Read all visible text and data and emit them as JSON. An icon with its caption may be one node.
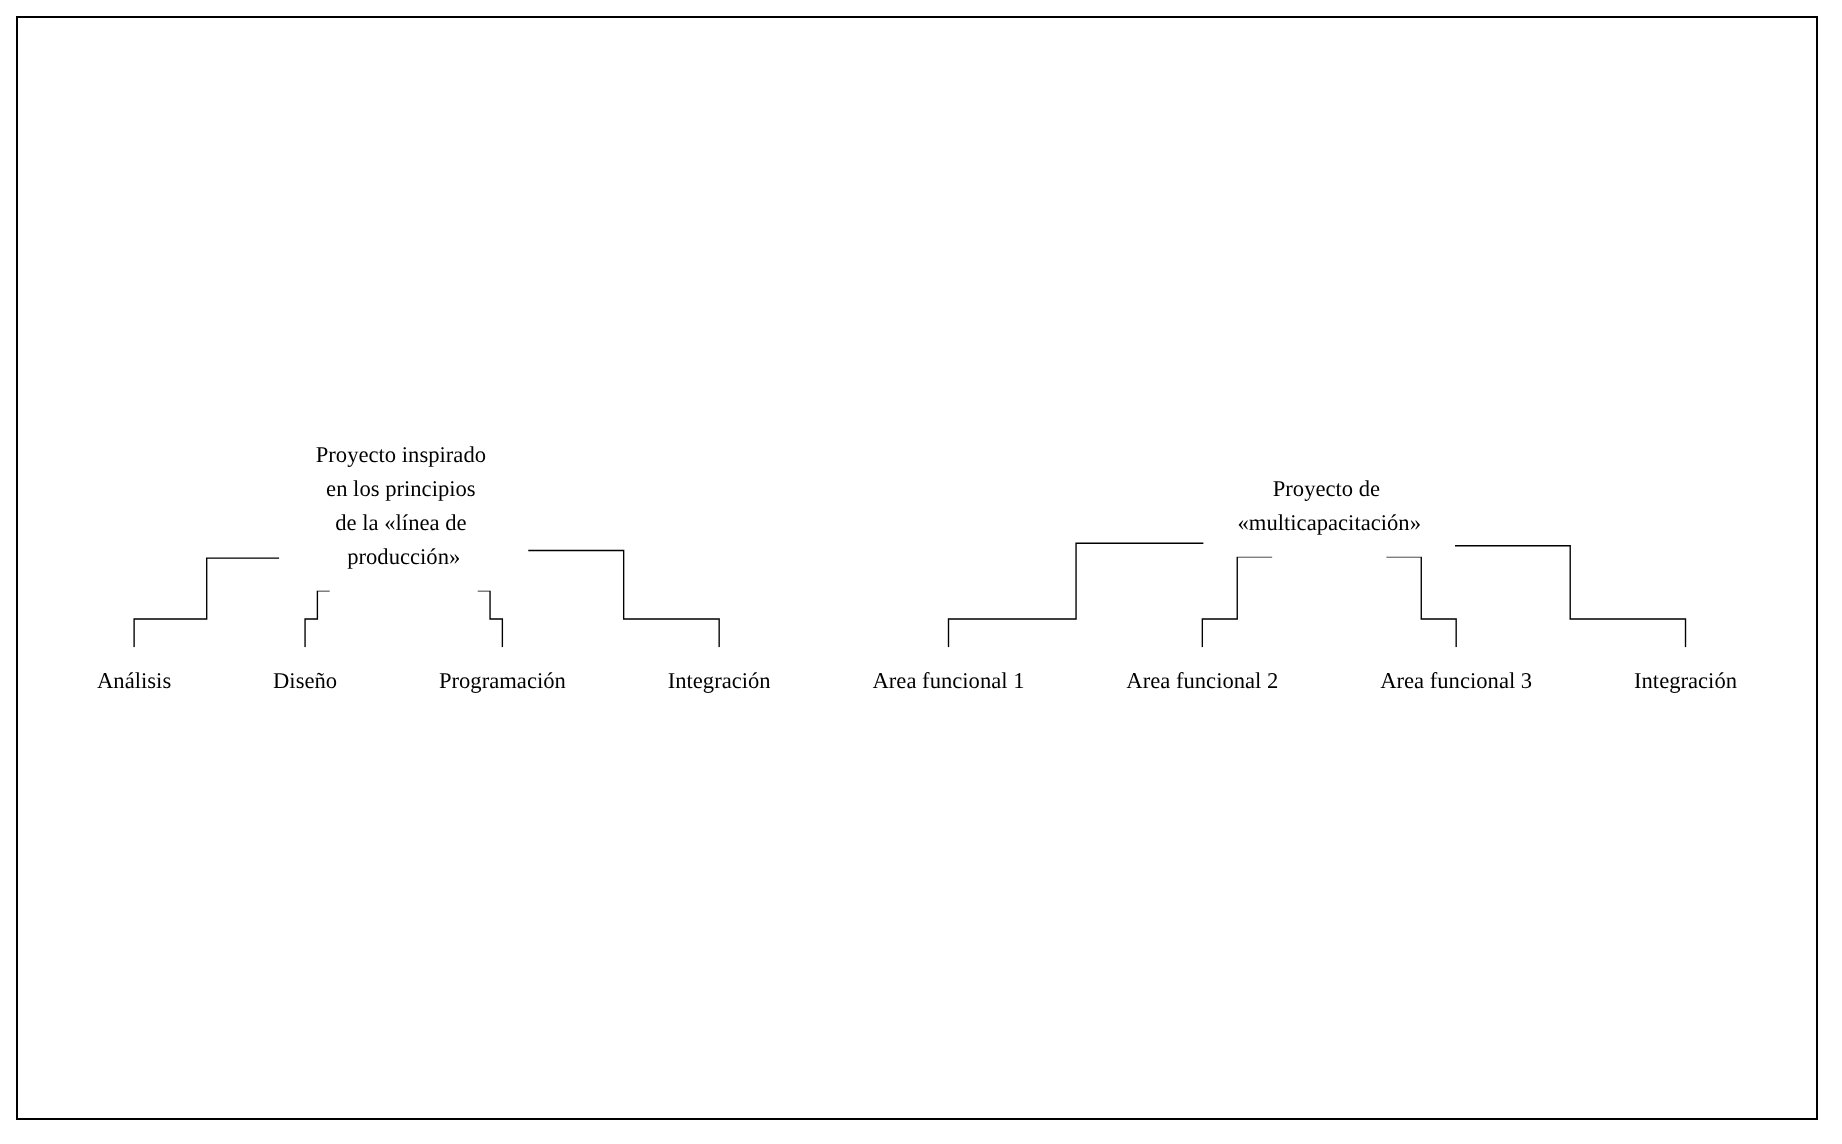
{
  "diagram": {
    "nodes": [
      {
        "text": [
          "Proyecto inspirado en los principios de la «línea de producción»"
        ]
      },
      {
        "text": [
          "Análisis"
        ]
      },
      {
        "text": [
          "Diseño"
        ]
      },
      {
        "text": [
          "Programación"
        ]
      },
      {
        "text": [
          "Integración"
        ]
      },
      {
        "text": [
          "Proyecto de «multicapacitación»"
        ]
      },
      {
        "text": [
          "Area funcional 1"
        ]
      },
      {
        "text": [
          "Area funcional 2"
        ]
      },
      {
        "text": [
          "Area funcional 3"
        ]
      },
      {
        "text": [
          "Integración"
        ]
      }
    ],
    "edges": [
      {
        "from": 0,
        "to": 1,
        "arrow": "none"
      },
      {
        "from": 0,
        "to": 2,
        "arrow": "none"
      },
      {
        "from": 0,
        "to": 3,
        "arrow": "none"
      },
      {
        "from": 0,
        "to": 4,
        "arrow": "none"
      },
      {
        "from": 5,
        "to": 6,
        "arrow": "none"
      },
      {
        "from": 5,
        "to": 7,
        "arrow": "none"
      },
      {
        "from": 5,
        "to": 8,
        "arrow": "none"
      },
      {
        "from": 5,
        "to": 9,
        "arrow": "none"
      }
    ]
  }
}
